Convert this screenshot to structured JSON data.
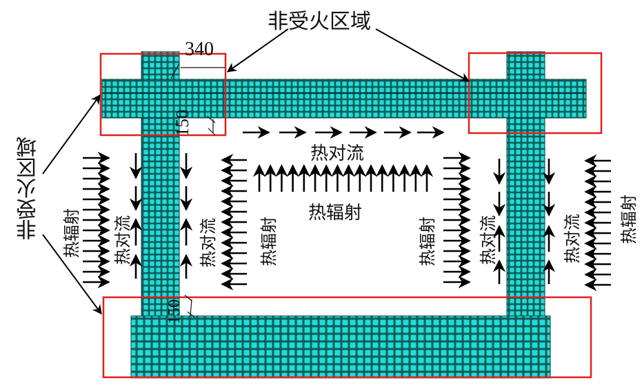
{
  "figure": {
    "title_top": "非受火区域",
    "title_left": "非受火区域",
    "dimensions": {
      "beam_to_column": "340",
      "top_slab_gap": "150",
      "bottom_gap": "150"
    },
    "labels": {
      "convection_top": "热对流",
      "radiation_center": "热辐射",
      "left_outer_radiation": "热辐射",
      "left_outer_convection": "热对流",
      "left_inner_convection": "热对流",
      "left_inner_radiation": "热辐射",
      "right_inner_radiation": "热辐射",
      "right_inner_convection": "热对流",
      "right_outer_convection": "热对流",
      "right_outer_radiation": "热辐射"
    },
    "colors": {
      "mesh_fill": "#1fd3cf",
      "mesh_line": "#0b4f4d",
      "region_box": "#e02020",
      "arrow": "#000000"
    }
  }
}
